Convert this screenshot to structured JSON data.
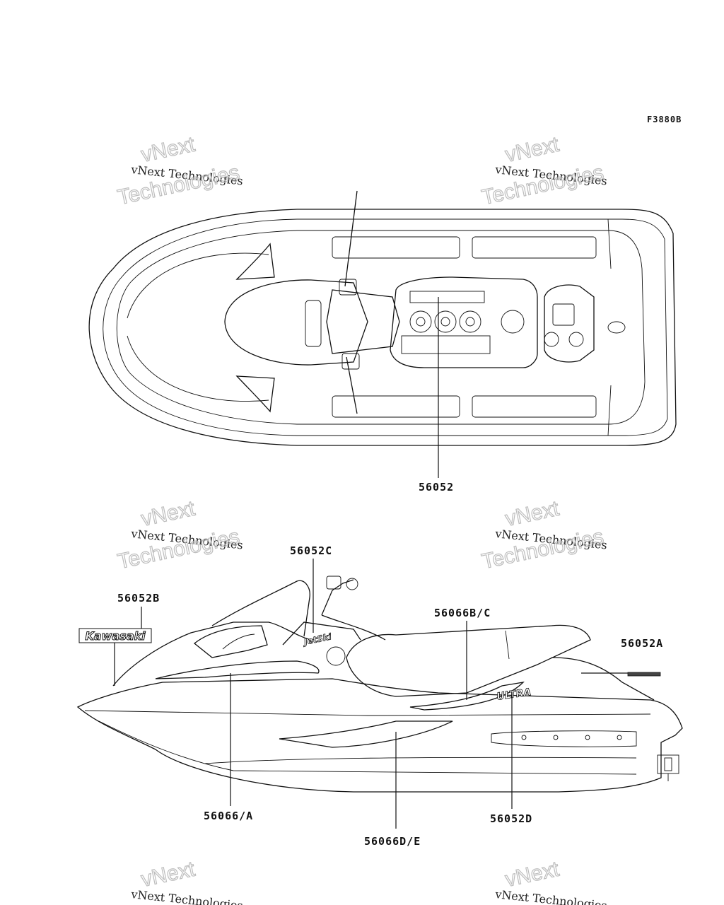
{
  "diagram": {
    "figure_code": "F3880B",
    "parts": {
      "top_view_label": "56052",
      "side_c": "56052C",
      "side_b": "56052B",
      "side_bc": "56066B/C",
      "side_a": "56052A",
      "side_66a": "56066/A",
      "side_de": "56066D/E",
      "side_d": "56052D"
    },
    "decals": {
      "brand": "Kawasaki",
      "jetski": "JetSki",
      "ultra": "ULTRA"
    },
    "watermark": {
      "line1": "vNext Technologies",
      "line2": "Technologies",
      "overlay": "vNext"
    }
  }
}
